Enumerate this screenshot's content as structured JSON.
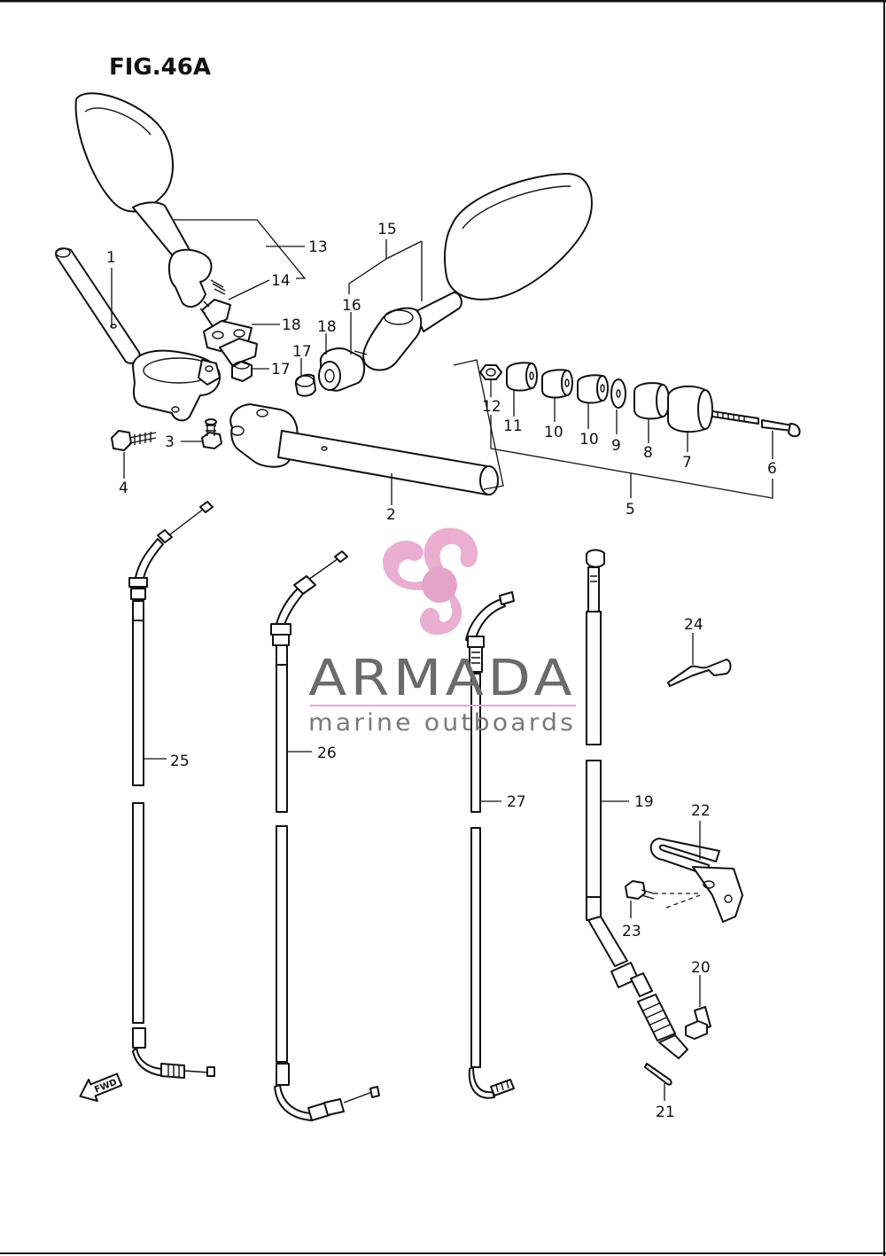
{
  "figure": {
    "title": "FIG.46A",
    "fwd_arrow_label": "FWD"
  },
  "callouts": {
    "c1": "1",
    "c2": "2",
    "c3": "3",
    "c4": "4",
    "c5": "5",
    "c6": "6",
    "c7": "7",
    "c8": "8",
    "c9": "9",
    "c10a": "10",
    "c10b": "10",
    "c11": "11",
    "c12": "12",
    "c13": "13",
    "c14": "14",
    "c15": "15",
    "c16": "16",
    "c17a": "17",
    "c17b": "17",
    "c18a": "18",
    "c18b": "18",
    "c19": "19",
    "c20": "20",
    "c21": "21",
    "c22": "22",
    "c23": "23",
    "c24": "24",
    "c25": "25",
    "c26": "26",
    "c27": "27"
  },
  "watermark": {
    "brand": "ARMADA",
    "tagline": "marine outboards",
    "logo_color": "#e8a6cc",
    "logo_center_color": "#e29ac4"
  }
}
